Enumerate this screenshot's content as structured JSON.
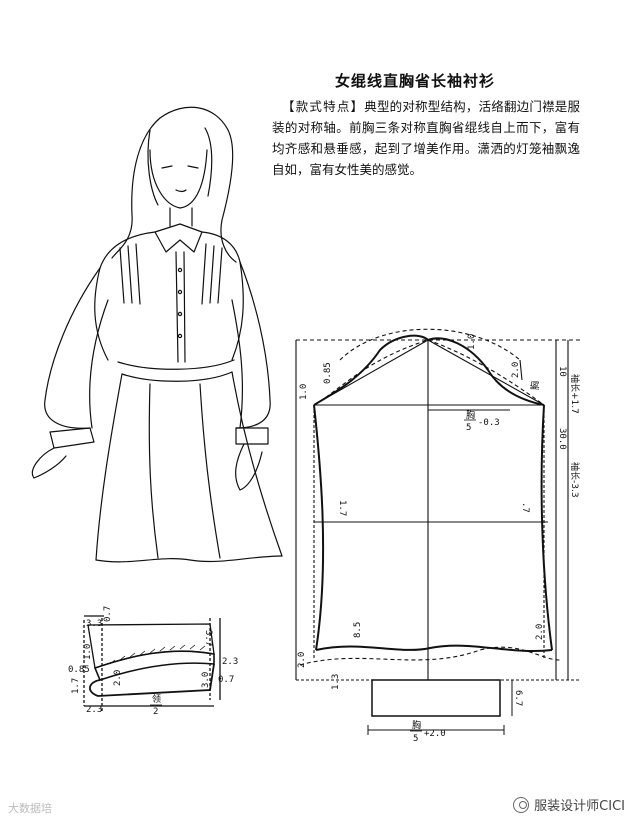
{
  "header": {
    "title": "女绲线直胸省长袖衬衫"
  },
  "description": {
    "tag": "【款式特点】",
    "text": "典型的对称型结构，活络翻边门襟是服装的对称轴。前胸三条对称直胸省绲线自上而下，富有均齐感和悬垂感，起到了增美作用。潇洒的灯笼袖飘逸自如，富有女性美的感觉。"
  },
  "sleeve_pattern": {
    "labels": {
      "cap_left": "0.85",
      "cap_right": "1.0",
      "cap_side_left": "1.0",
      "cap_side_right": "2.0",
      "armhole": "胸",
      "cap_height": "袖长+1.7",
      "cap_height_2": "10",
      "width_main": "胸",
      "width_den": "5",
      "width_adj": "-0.3",
      "length_30": "30.0",
      "sleeve_length": "袖长-3.3",
      "side_left": "1.7",
      "side_right": ".7",
      "hem_8_5": "8.5",
      "hem_left": "2.0",
      "hem_right": "2.0",
      "hem_offset": "1.3"
    }
  },
  "cuff_pattern": {
    "labels": {
      "height": "6.7",
      "width_main": "胸",
      "width_den": "5",
      "width_adj": "+2.0"
    }
  },
  "collar_pattern": {
    "labels": {
      "top_left": "3.3",
      "top_right": "0.7",
      "right_height": "3.7",
      "left_dim": "1.0",
      "left_085": "0.85",
      "mid_2_0": "2.0",
      "right_2_3": "2.3",
      "right_3_0": "3.0",
      "right_0_7": "0.7",
      "bottom_1_7": "1.7",
      "bottom_2_3": "2.3",
      "neck": "领",
      "neck_den": "2"
    }
  },
  "watermark": {
    "brand": "服装设计师CICI",
    "left": "大数据培"
  }
}
